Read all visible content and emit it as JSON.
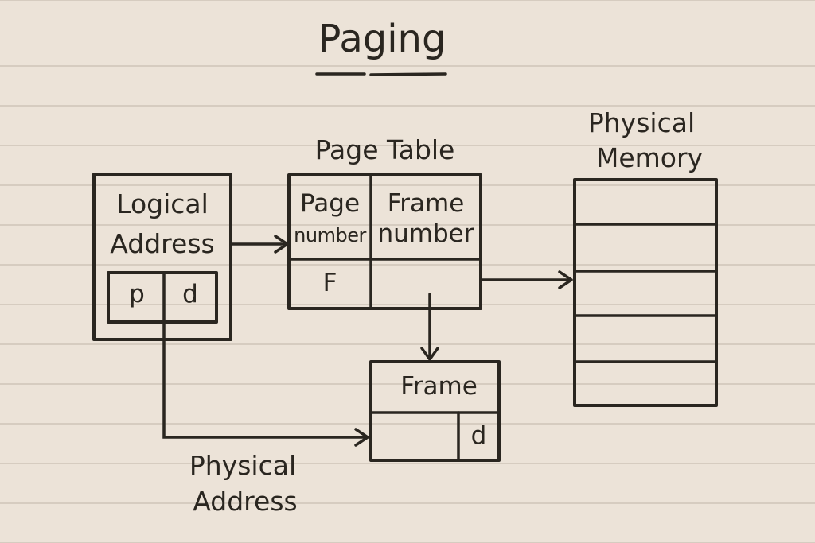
{
  "title": "Paging",
  "logical_address": {
    "label_line1": "Logical",
    "label_line2": "Address",
    "cell_p": "p",
    "cell_d": "d"
  },
  "page_table": {
    "label": "Page Table",
    "col1_line1": "Page",
    "col1_line2": "number",
    "col2_line1": "Frame",
    "col2_line2": "number",
    "row_value": "F"
  },
  "physical_memory": {
    "label_line1": "Physical",
    "label_line2": "Memory",
    "slot_count": 5
  },
  "frame": {
    "label": "Frame",
    "cell_d": "d"
  },
  "physical_address": {
    "label_line1": "Physical",
    "label_line2": "Address"
  }
}
